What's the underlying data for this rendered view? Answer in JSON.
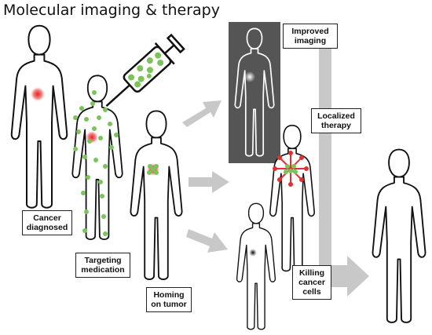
{
  "title": "Molecular imaging & therapy",
  "labels": {
    "cancer_diagnosed": "Cancer diagnosed",
    "targeting_medication": "Targeting medication",
    "homing_on_tumor": "Homing on tumor",
    "improved_imaging": "Improved imaging",
    "localized_therapy": "Localized therapy",
    "killing_cancer_cells": "Killing cancer cells"
  },
  "colors": {
    "tumor": "#e03030",
    "nanoparticle": "#7cc45a",
    "arrow": "#c8c8c8",
    "imaging_panel": "#555555",
    "figure_outline": "#111111"
  }
}
